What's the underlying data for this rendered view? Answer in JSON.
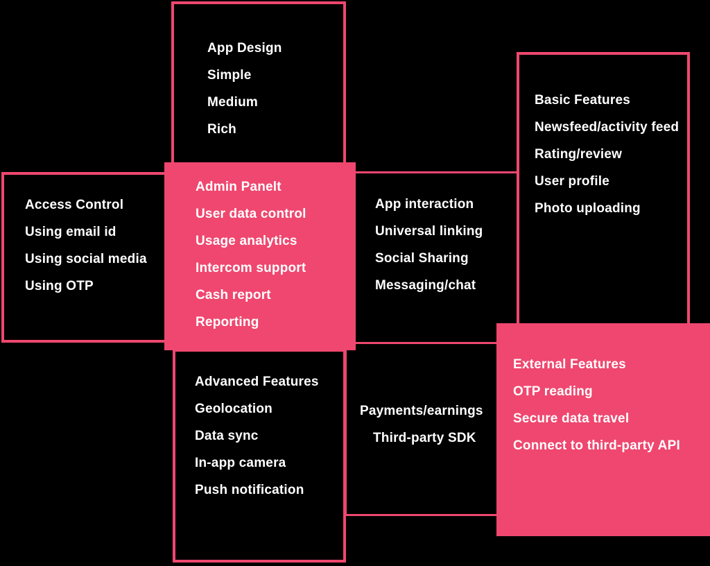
{
  "palette": {
    "pink": "#ef476f",
    "background": "#000000",
    "text": "#ffffff"
  },
  "boxes": [
    {
      "id": "app-design",
      "style": "outlined",
      "title": "App Design",
      "items": [
        "Simple",
        "Medium",
        "Rich"
      ]
    },
    {
      "id": "access-control",
      "style": "outlined",
      "title": "Access Control",
      "items": [
        "Using email id",
        "Using social media",
        "Using OTP"
      ]
    },
    {
      "id": "admin-panel",
      "style": "solid",
      "title": "Admin Panelt",
      "items": [
        "User data control",
        "Usage analytics",
        "Intercom support",
        "Cash report",
        "Reporting"
      ]
    },
    {
      "id": "app-interaction",
      "style": "outlined",
      "title": "App interaction",
      "items": [
        "Universal linking",
        "Social Sharing",
        "Messaging/chat"
      ]
    },
    {
      "id": "basic-features",
      "style": "outlined",
      "title": "Basic Features",
      "items": [
        "Newsfeed/activity feed",
        "Rating/review",
        "User profile",
        "Photo uploading"
      ]
    },
    {
      "id": "advanced-features",
      "style": "outlined",
      "title": "Advanced Features",
      "items": [
        "Geolocation",
        "Data sync",
        "In-app camera",
        "Push notification"
      ]
    },
    {
      "id": "payments",
      "style": "outlined",
      "title": "Payments/earnings",
      "items": [
        "Third-party SDK"
      ]
    },
    {
      "id": "external-features",
      "style": "solid",
      "title": "External Features",
      "items": [
        "OTP reading",
        "Secure data travel",
        "Connect to third-party API"
      ]
    }
  ]
}
